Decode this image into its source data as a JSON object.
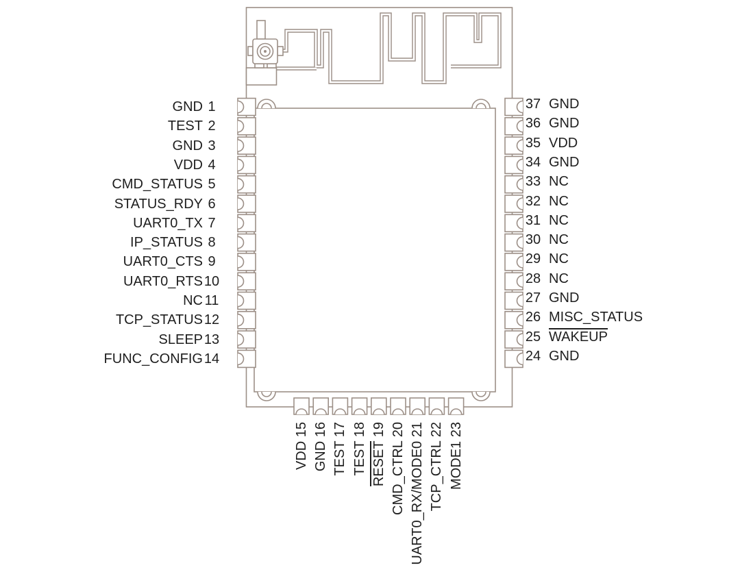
{
  "diagram": {
    "type": "module-pinout-diagram",
    "module_drawing": {
      "antenna_icon": "meander-pcb-antenna",
      "connector_icon": "ufl-coax-connector",
      "shield_corner_icon": "mounting-hole-half-circle",
      "pad_icon": "castellated-pad"
    },
    "colors": {
      "line": "#9c8f87",
      "text": "#1e1e1e",
      "background": "#ffffff"
    },
    "pins": {
      "left": [
        {
          "number": "1",
          "name": "GND"
        },
        {
          "number": "2",
          "name": "TEST"
        },
        {
          "number": "3",
          "name": "GND"
        },
        {
          "number": "4",
          "name": "VDD"
        },
        {
          "number": "5",
          "name": "CMD_STATUS"
        },
        {
          "number": "6",
          "name": "STATUS_RDY"
        },
        {
          "number": "7",
          "name": "UART0_TX"
        },
        {
          "number": "8",
          "name": "IP_STATUS"
        },
        {
          "number": "9",
          "name": "UART0_CTS"
        },
        {
          "number": "10",
          "name": "UART0_RTS"
        },
        {
          "number": "11",
          "name": "NC"
        },
        {
          "number": "12",
          "name": "TCP_STATUS"
        },
        {
          "number": "13",
          "name": "SLEEP"
        },
        {
          "number": "14",
          "name": "FUNC_CONFIG"
        }
      ],
      "right": [
        {
          "number": "37",
          "name": "GND"
        },
        {
          "number": "36",
          "name": "GND"
        },
        {
          "number": "35",
          "name": "VDD"
        },
        {
          "number": "34",
          "name": "GND"
        },
        {
          "number": "33",
          "name": "NC"
        },
        {
          "number": "32",
          "name": "NC"
        },
        {
          "number": "31",
          "name": "NC"
        },
        {
          "number": "30",
          "name": "NC"
        },
        {
          "number": "29",
          "name": "NC"
        },
        {
          "number": "28",
          "name": "NC"
        },
        {
          "number": "27",
          "name": "GND"
        },
        {
          "number": "26",
          "name": "MISC_STATUS"
        },
        {
          "number": "25",
          "name": "WAKEUP",
          "overline": true
        },
        {
          "number": "24",
          "name": "GND"
        }
      ],
      "bottom": [
        {
          "number": "15",
          "name": "VDD"
        },
        {
          "number": "16",
          "name": "GND"
        },
        {
          "number": "17",
          "name": "TEST"
        },
        {
          "number": "18",
          "name": "TEST"
        },
        {
          "number": "19",
          "name": "RESET",
          "overline": true
        },
        {
          "number": "20",
          "name": "CMD_CTRL"
        },
        {
          "number": "21",
          "name": "UART0_RX/MODE0"
        },
        {
          "number": "22",
          "name": "TCP_CTRL"
        },
        {
          "number": "23",
          "name": "MODE1"
        }
      ]
    }
  }
}
